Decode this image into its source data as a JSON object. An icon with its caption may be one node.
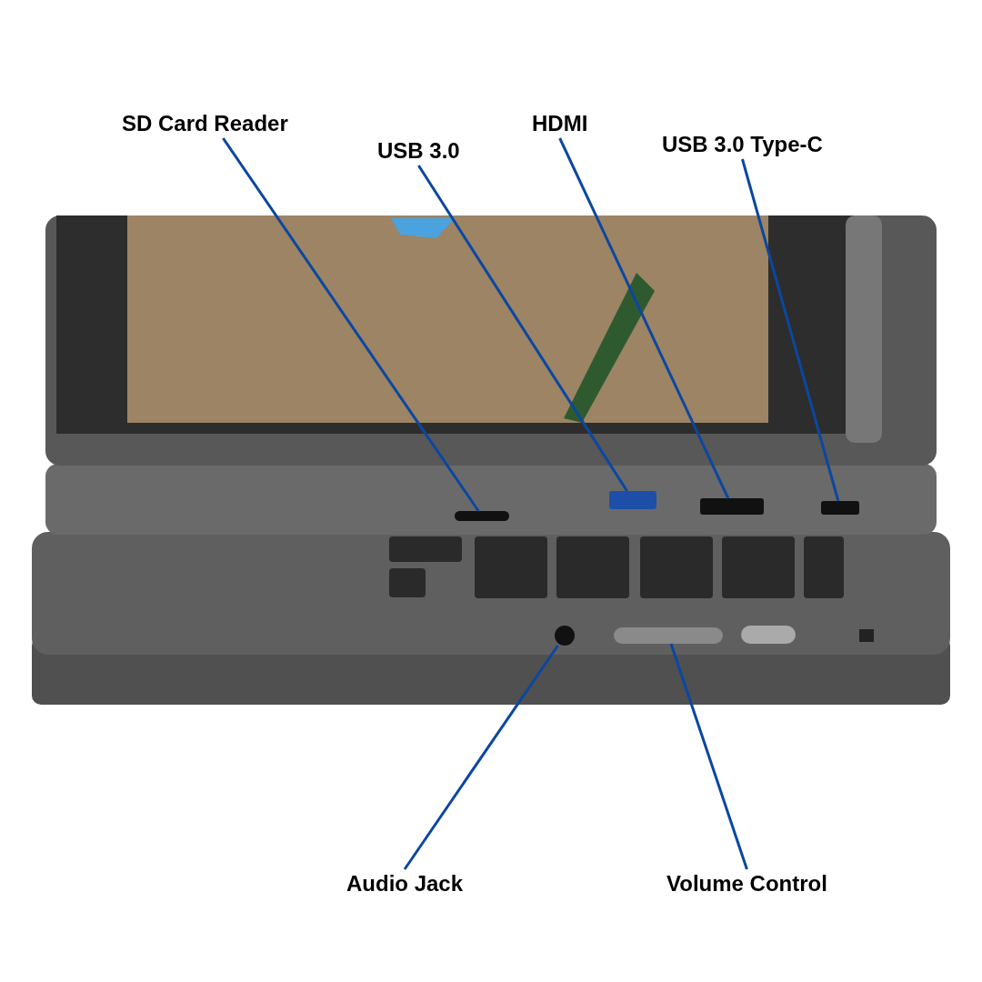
{
  "diagram": {
    "nodes": [
      {
        "text": [
          "SD Card Reader"
        ]
      },
      {
        "text": [
          "HDMI"
        ]
      },
      {
        "text": [
          "USB 3.0"
        ]
      },
      {
        "text": [
          "USB 3.0 Type-C"
        ]
      },
      {
        "text": [],
        "shape": "bar"
      },
      {
        "text": [],
        "shape": "box"
      },
      {
        "text": [],
        "shape": "box"
      },
      {
        "text": [],
        "shape": "box"
      },
      {
        "text": [],
        "shape": "circle"
      },
      {
        "text": [],
        "shape": "bar"
      },
      {
        "text": [
          "Audio Jack"
        ]
      },
      {
        "text": [
          "Volume Control"
        ]
      }
    ],
    "edges": [
      {
        "from": 0,
        "to": 4,
        "arrow": "none"
      },
      {
        "from": 2,
        "to": 5,
        "arrow": "none"
      },
      {
        "from": 1,
        "to": 6,
        "arrow": "none"
      },
      {
        "from": 3,
        "to": 7,
        "arrow": "none"
      },
      {
        "from": 10,
        "to": 8,
        "arrow": "none"
      },
      {
        "from": 11,
        "to": 9,
        "arrow": "none"
      }
    ]
  }
}
